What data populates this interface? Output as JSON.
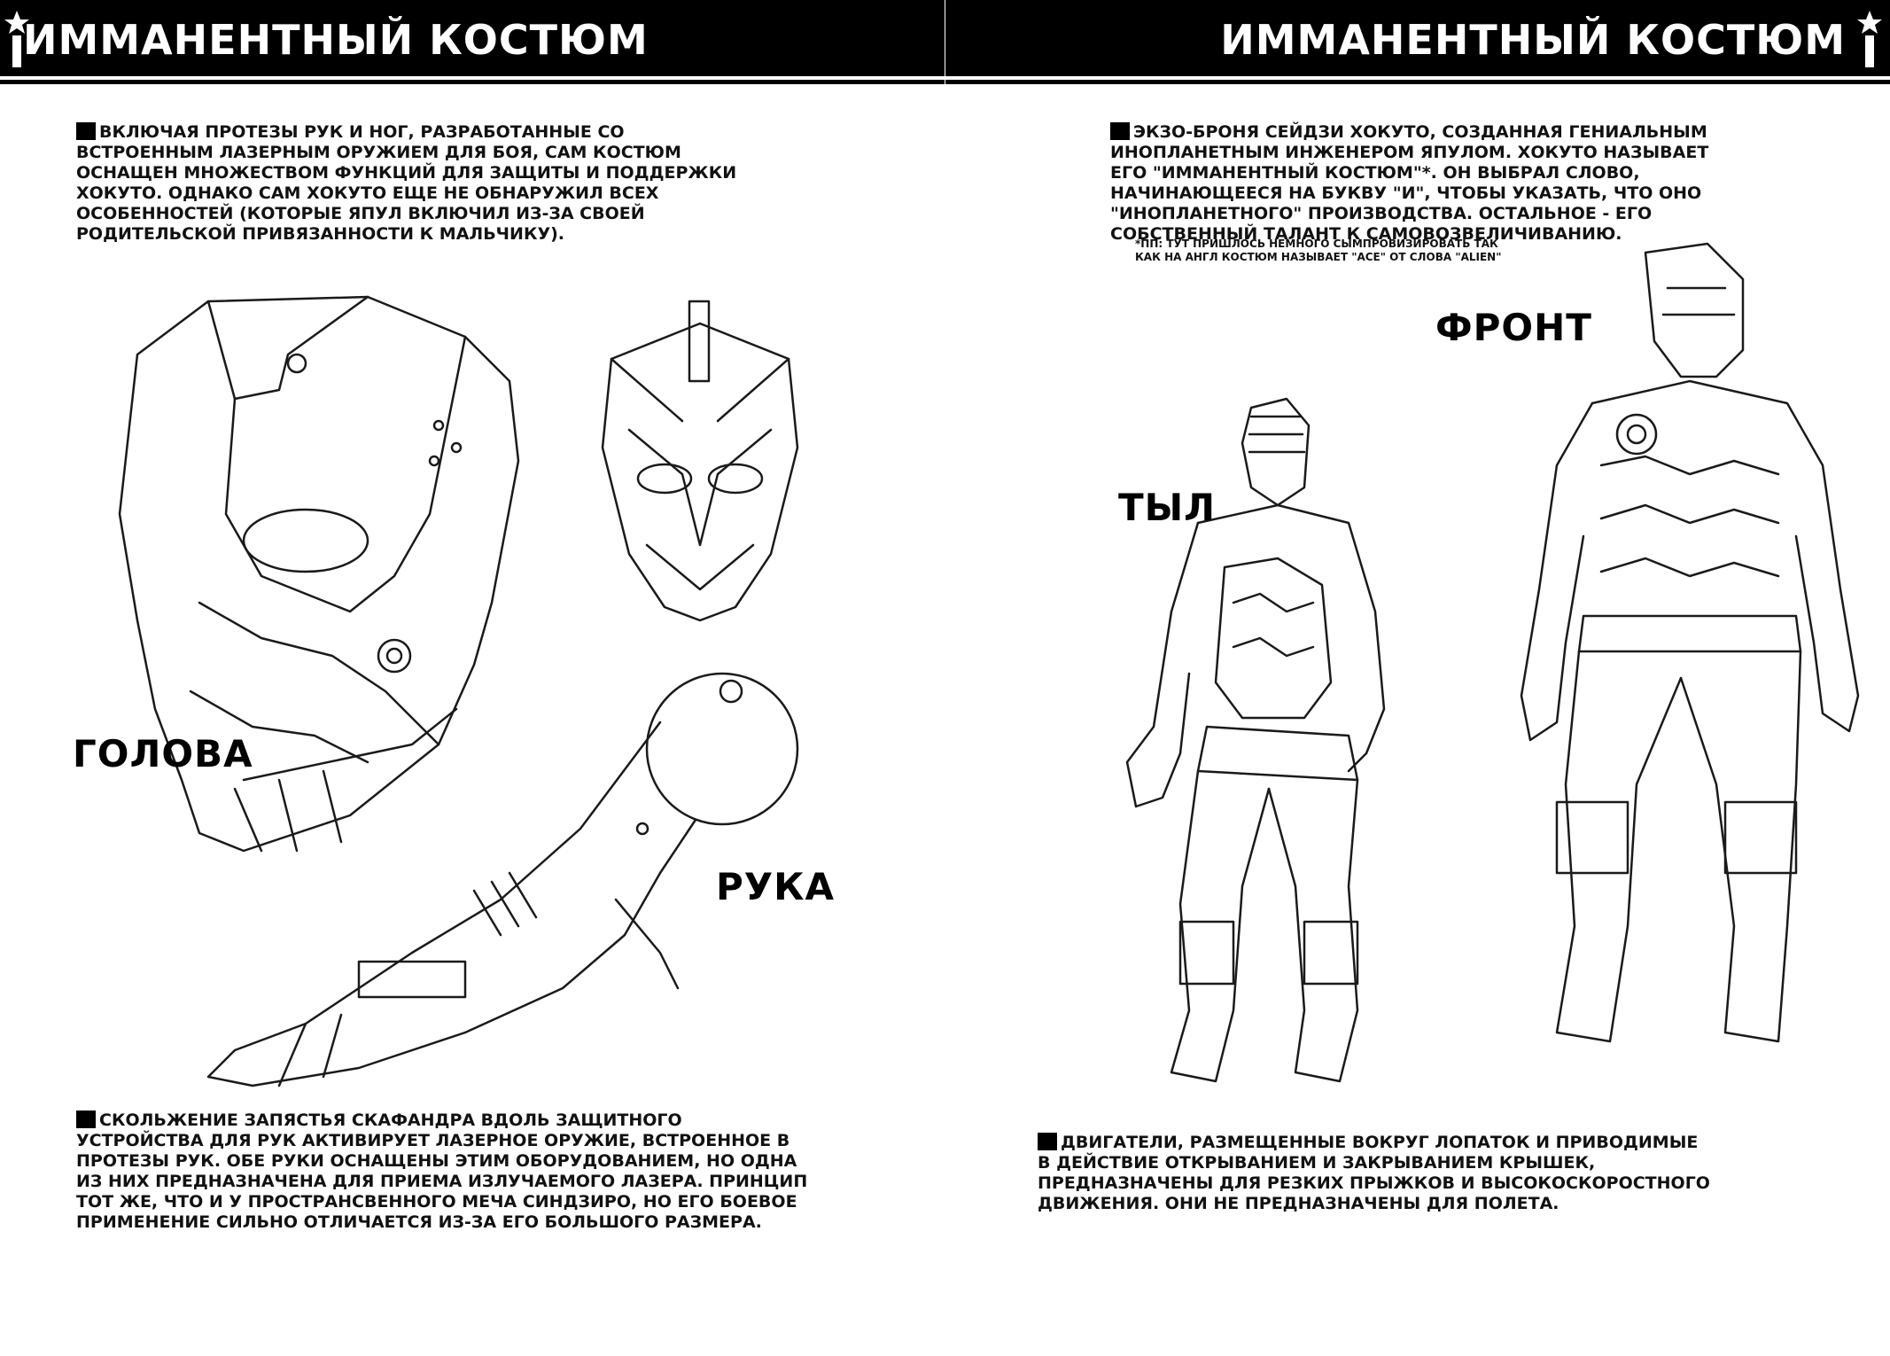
{
  "header": {
    "left_title": "ИММАНЕНТНЫЙ КОСТЮМ",
    "right_title": "ИММАНЕНТНЫЙ КОСТЮМ"
  },
  "left_page": {
    "intro": "ВКЛЮЧАЯ ПРОТЕЗЫ РУК И НОГ, РАЗРАБОТАННЫЕ СО ВСТРОЕННЫМ ЛАЗЕРНЫМ ОРУЖИЕМ ДЛЯ БОЯ, САМ КОСТЮМ ОСНАЩЕН МНОЖЕСТВОМ ФУНКЦИЙ ДЛЯ ЗАЩИТЫ И ПОДДЕРЖКИ ХОКУТО. ОДНАКО САМ ХОКУТО ЕЩЕ НЕ ОБНАРУЖИЛ ВСЕХ ОСОБЕННОСТЕЙ (КОТОРЫЕ ЯПУЛ ВКЛЮЧИЛ ИЗ-ЗА СВОЕЙ РОДИТЕЛЬСКОЙ ПРИВЯЗАННОСТИ К МАЛЬЧИКУ).",
    "label_head": "ГОЛОВА",
    "label_arm": "РУКА",
    "bottom": "СКОЛЬЖЕНИЕ ЗАПЯСТЬЯ СКАФАНДРА ВДОЛЬ ЗАЩИТНОГО УСТРОЙСТВА ДЛЯ РУК АКТИВИРУЕТ ЛАЗЕРНОЕ ОРУЖИЕ, ВСТРОЕННОЕ В ПРОТЕЗЫ РУК. ОБЕ РУКИ ОСНАЩЕНЫ ЭТИМ ОБОРУДОВАНИЕМ, НО ОДНА ИЗ НИХ ПРЕДНАЗНАЧЕНА ДЛЯ ПРИЕМА ИЗЛУЧАЕМОГО ЛАЗЕРА. ПРИНЦИП ТОТ ЖЕ, ЧТО И У ПРОСТРАНСВЕННОГО МЕЧА СИНДЗИРО, НО ЕГО БОЕВОЕ ПРИМЕНЕНИЕ СИЛЬНО ОТЛИЧАЕТСЯ ИЗ-ЗА ЕГО БОЛЬШОГО РАЗМЕРА."
  },
  "right_page": {
    "intro": "ЭКЗО-БРОНЯ СЕЙДЗИ ХОКУТО, СОЗДАННАЯ ГЕНИАЛЬНЫМ ИНОПЛАНЕТНЫМ ИНЖЕНЕРОМ ЯПУЛОМ. ХОКУТО НАЗЫВАЕТ ЕГО \"ИММАНЕНТНЫЙ КОСТЮМ\"*. ОН ВЫБРАЛ СЛОВО, НАЧИНАЮЩЕЕСЯ НА БУКВУ \"И\", ЧТОБЫ УКАЗАТЬ, ЧТО ОНО \"ИНОПЛАНЕТНОГО\" ПРОИЗВОДСТВА. ОСТАЛЬНОЕ - ЕГО СОБСТВЕННЫЙ ТАЛАНТ К САМОВОЗВЕЛИЧИВАНИЮ.",
    "footnote": "*ПП: ТУТ ПРИШЛОСЬ НЕМНОГО СЫМПРОВИЗИРОВАТЬ ТАК КАК НА АНГЛ КОСТЮМ НАЗЫВАЕТ \"ACE\" ОТ СЛОВА \"ALIEN\"",
    "label_back": "ТЫЛ",
    "label_front": "ФРОНТ",
    "bottom": "ДВИГАТЕЛИ, РАЗМЕЩЕННЫЕ ВОКРУГ ЛОПАТОК И ПРИВОДИМЫЕ В ДЕЙСТВИЕ ОТКРЫВАНИЕМ И ЗАКРЫВАНИЕМ КРЫШЕК, ПРЕДНАЗНАЧЕНЫ ДЛЯ РЕЗКИХ ПРЫЖКОВ И ВЫСОКОСКОРОСТНОГО ДВИЖЕНИЯ. ОНИ НЕ ПРЕДНАЗНАЧЕНЫ ДЛЯ ПОЛЕТА."
  },
  "icons": [
    "star-figure-icon",
    "bullet-square-icon"
  ]
}
